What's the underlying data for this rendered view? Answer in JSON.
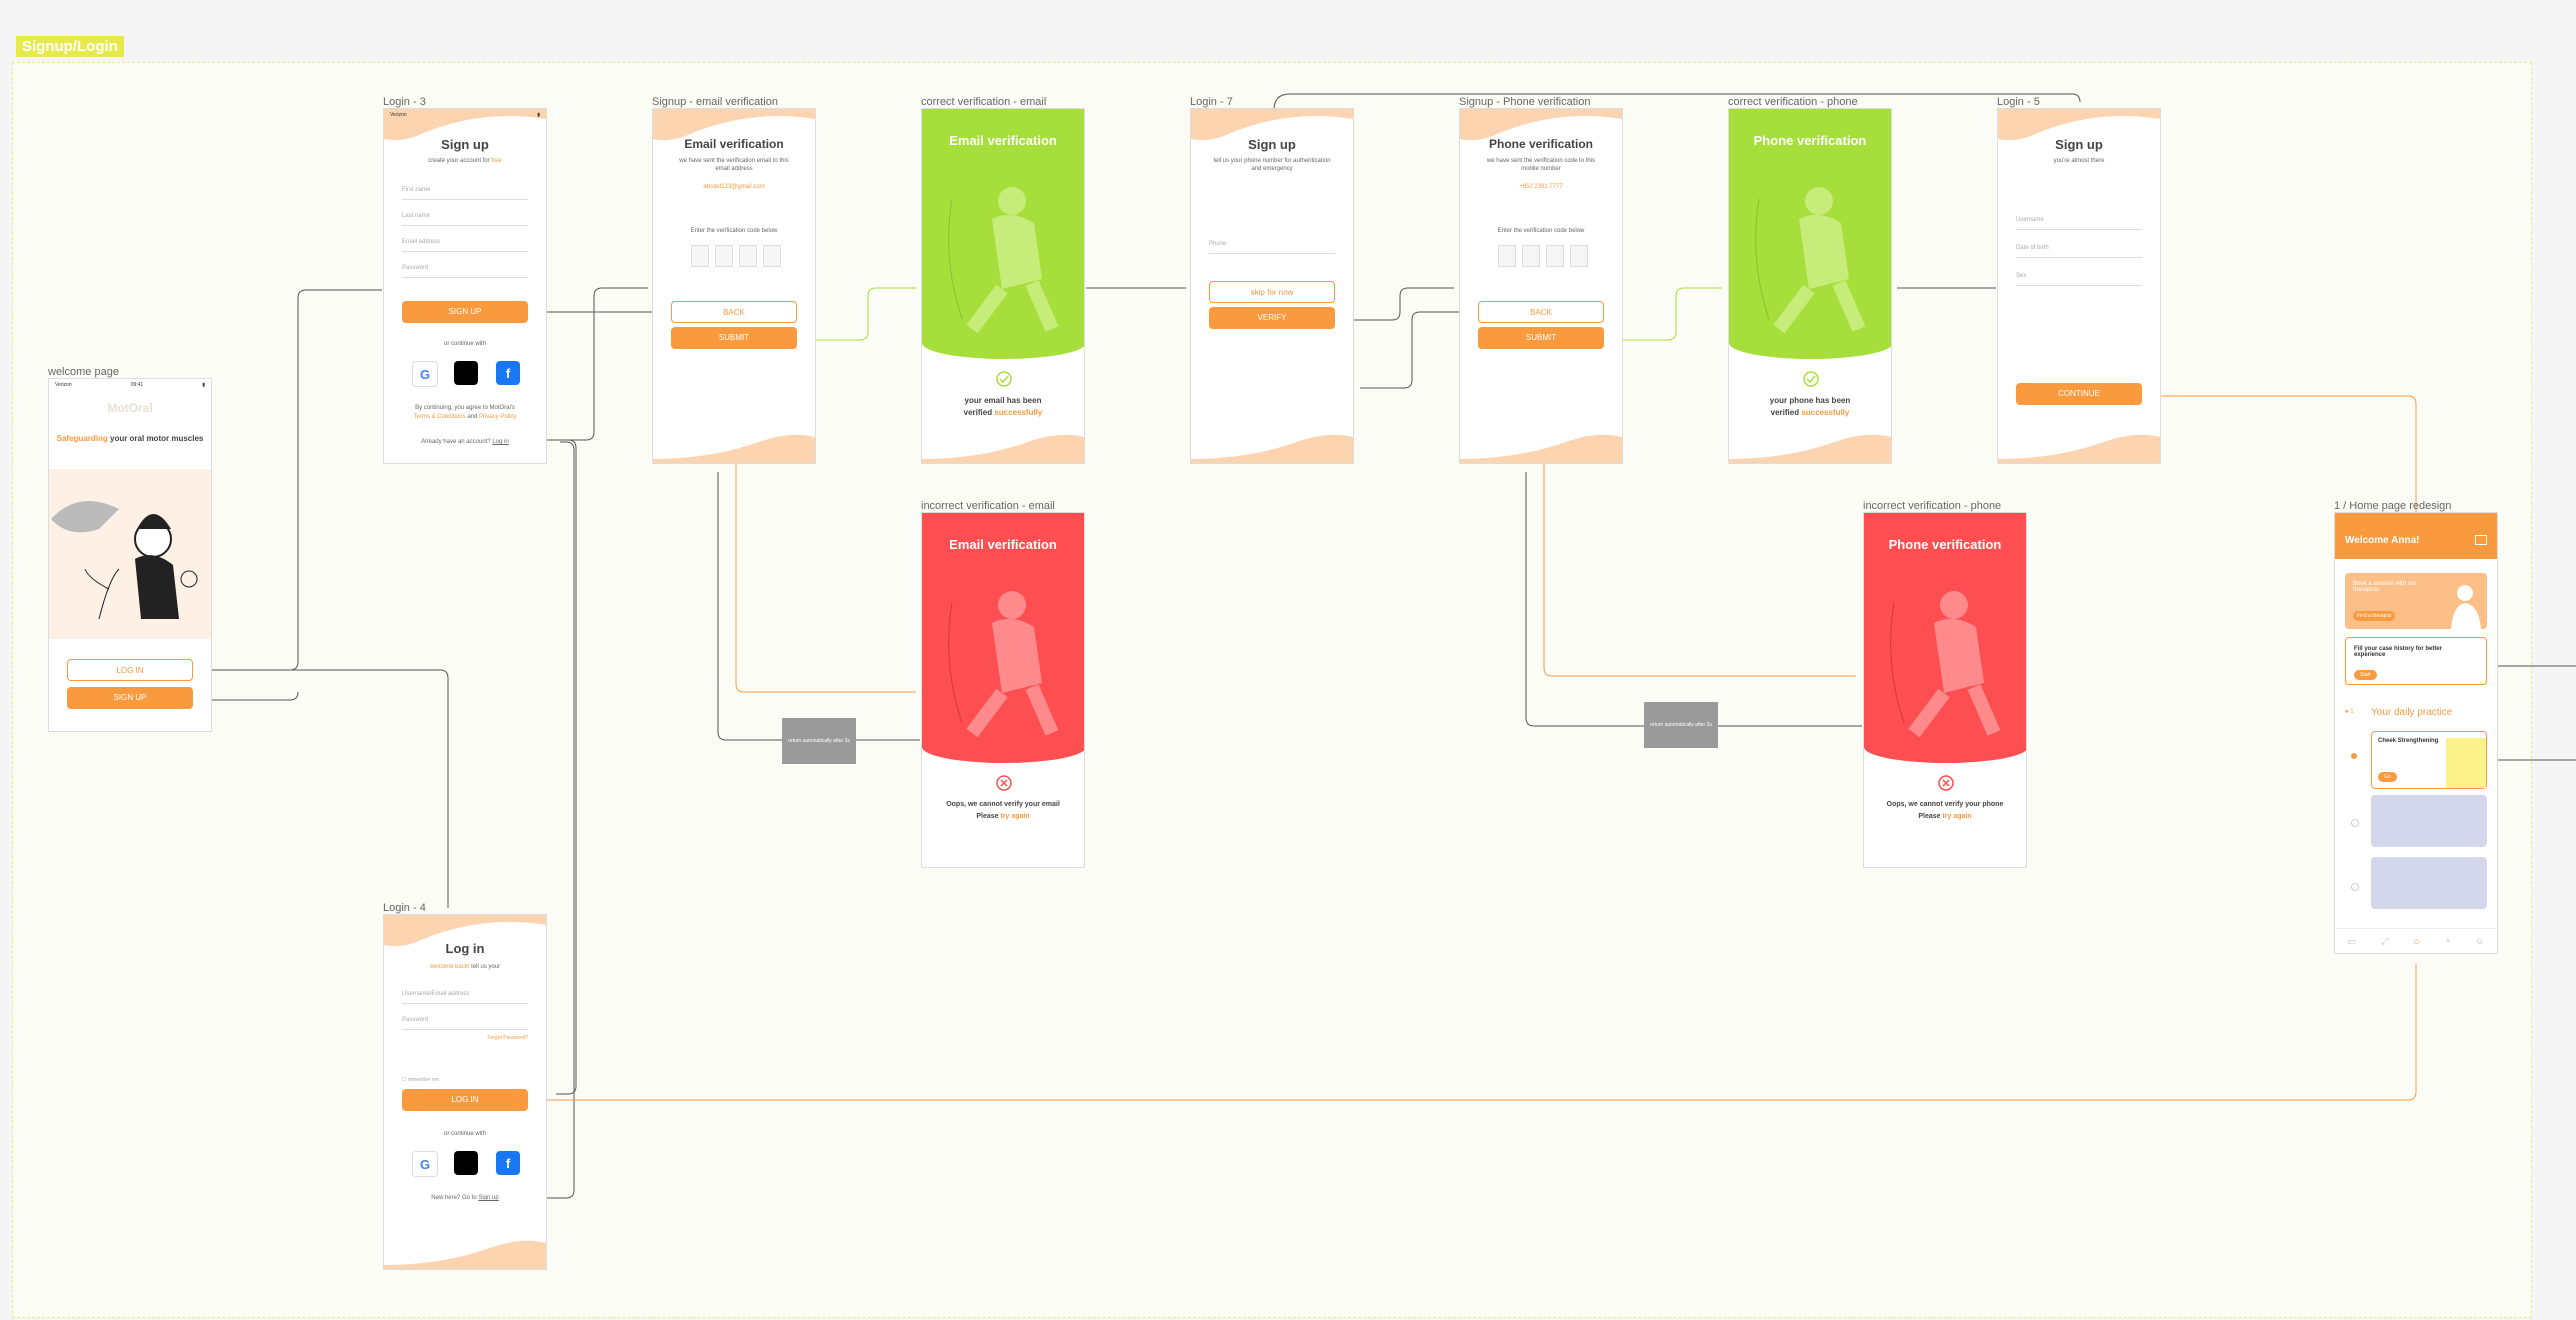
{
  "section": {
    "title": "Signup/Login"
  },
  "frames": {
    "welcome": {
      "label": "welcome page",
      "tagline_accent": "Safeguarding",
      "tagline_rest": " your oral motor muscles",
      "login": "LOG IN",
      "signup": "SIGN UP"
    },
    "login3": {
      "label": "Login - 3",
      "title": "Sign up",
      "subtitle": "create your account for ",
      "subtitle_accent": "free",
      "fields": [
        "First name",
        "Last name",
        "Email address",
        "Password"
      ],
      "button": "SIGN UP",
      "or": "or continue with",
      "terms1": "By continuing, you agree to MotOral's",
      "terms2a": "Terms & Conditions",
      "terms2b": " and ",
      "terms2c": "Privacy Policy",
      "have_account": "Already have an account? ",
      "have_account_link": "Log in"
    },
    "signup_email": {
      "label": "Signup - email verification",
      "title": "Email verification",
      "sub": "we have sent the verification email to this email address",
      "email": "abcdef123@gmail.com",
      "enter": "Enter the verification code below",
      "back": "BACK",
      "submit": "SUBMIT"
    },
    "correct_email": {
      "label": "correct verification - email",
      "title": "Email verification",
      "msg1": "your email has been",
      "msg2": "verified ",
      "msg2_accent": "successfully"
    },
    "login7": {
      "label": "Login - 7",
      "title": "Sign up",
      "sub": "tell us your phone number for authentication and emergency",
      "field": "Phone",
      "skip": "skip for now",
      "verify": "VERIFY"
    },
    "signup_phone": {
      "label": "Signup - Phone verification",
      "title": "Phone verification",
      "sub": "we have sent the verification code to this mobile number",
      "phone": "+852 2361 7777",
      "enter": "Enter the verification code below",
      "back": "BACK",
      "submit": "SUBMIT"
    },
    "correct_phone": {
      "label": "correct verification - phone",
      "title": "Phone verification",
      "msg1": "your phone has been",
      "msg2": "verified ",
      "msg2_accent": "successfully"
    },
    "login5": {
      "label": "Login - 5",
      "title": "Sign up",
      "sub": "you're almost there",
      "fields": [
        "Username",
        "Date of birth",
        "Sex"
      ],
      "button": "CONTINUE"
    },
    "incorrect_email": {
      "label": "incorrect verification - email",
      "title": "Email verification",
      "msg1": "Oops, we cannot verify your email",
      "msg2": "Please ",
      "msg2_accent": "try again"
    },
    "incorrect_phone": {
      "label": "incorrect verification - phone",
      "title": "Phone verification",
      "msg1": "Oops, we cannot verify your phone",
      "msg2": "Please ",
      "msg2_accent": "try again"
    },
    "grey_note": "return automatically after 3s",
    "home": {
      "label": "1 / Home page redesign",
      "welcome": "Welcome Anna!",
      "card1": "Book a session with our therapists",
      "card1_btn": "Find a therapist",
      "card2": "Fill your case history for better experience",
      "card2_btn": "Start",
      "daily": "Your daily practice",
      "day": "1",
      "ex1": "Cheek Strengthening",
      "ex1_btn": "Go"
    },
    "login4": {
      "label": "Login - 4",
      "title": "Log in",
      "sub_accent": "welcome back!",
      "sub_rest": " tell us your",
      "fields": [
        "Username/Email address",
        "Password"
      ],
      "forgot": "Forgot Password?",
      "remember": "remember me",
      "button": "LOG IN",
      "or": "or continue with",
      "new": "New here? Go to ",
      "new_link": "Sign up"
    }
  },
  "status": {
    "carrier": "Verizon",
    "time": "09:41"
  },
  "colors": {
    "accent": "#fa9a3e",
    "success": "#a6df3c",
    "error": "#fd4e51",
    "note": "#9a9a9a"
  }
}
